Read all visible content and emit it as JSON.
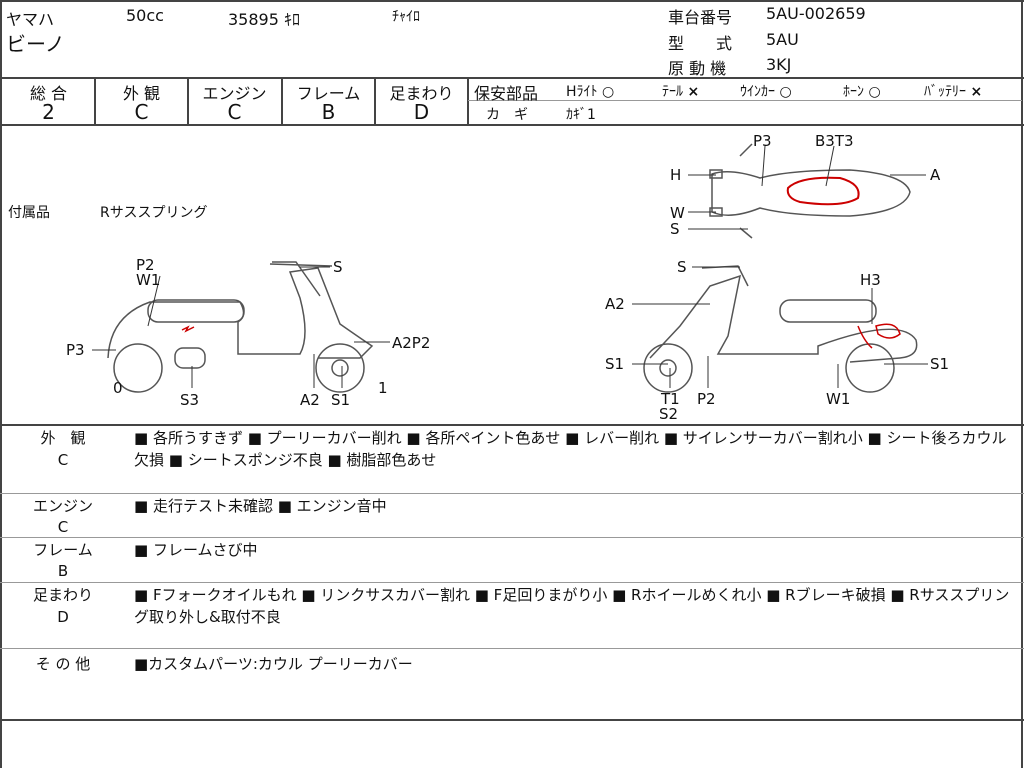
{
  "header": {
    "maker": "ヤマハ",
    "displacement": "50cc",
    "mileage": "35895 ｷﾛ",
    "color": "ﾁｬｲﾛ",
    "model_name": "ビーノ",
    "frame_no_label": "車台番号",
    "frame_no": "5AU-002659",
    "type_label": "型　　式",
    "type": "5AU",
    "engine_label": "原 動 機",
    "engine": "3KJ"
  },
  "grades": [
    {
      "label": "総 合",
      "value": "2"
    },
    {
      "label": "外 観",
      "value": "C"
    },
    {
      "label": "エンジン",
      "value": "C"
    },
    {
      "label": "フレーム",
      "value": "B"
    },
    {
      "label": "足まわり",
      "value": "D"
    }
  ],
  "safety": {
    "label": "保安部品",
    "items": [
      {
        "name": "Hﾗｲﾄ",
        "mark": "○"
      },
      {
        "name": "ﾃｰﾙ",
        "mark": "×"
      },
      {
        "name": "ｳｲﾝｶｰ",
        "mark": "○"
      },
      {
        "name": "ﾎｰﾝ",
        "mark": "○"
      },
      {
        "name": "ﾊﾞｯﾃﾘｰ",
        "mark": "×"
      }
    ],
    "key_label": "カ　ギ",
    "key_value": "ｶｷﾞ1"
  },
  "accessories": {
    "label": "付属品",
    "value": "Rサススプリング"
  },
  "diagram": {
    "left": [
      "P2",
      "W1",
      "S",
      "P3",
      "A2P2",
      "0",
      "S3",
      "A2",
      "S1",
      "1"
    ],
    "right": [
      "S",
      "H3",
      "A2",
      "S1",
      "S1",
      "T1",
      "S2",
      "P2",
      "W1"
    ],
    "top": [
      "P3",
      "B3T3",
      "H",
      "A",
      "W",
      "S"
    ]
  },
  "sections": [
    {
      "label": "外　観",
      "grade": "C",
      "text": "■ 各所うすきず ■ プーリーカバー削れ ■ 各所ペイント色あせ ■ レバー削れ ■ サイレンサーカバー割れ小 ■ シート後ろカウル欠損 ■ シートスポンジ不良 ■ 樹脂部色あせ"
    },
    {
      "label": "エンジン",
      "grade": "C",
      "text": "■ 走行テスト未確認 ■ エンジン音中"
    },
    {
      "label": "フレーム",
      "grade": "B",
      "text": "■ フレームさび中"
    },
    {
      "label": "足まわり",
      "grade": "D",
      "text": "■ Fフォークオイルもれ ■ リンクサスカバー割れ ■ F足回りまがり小 ■ Rホイールめくれ小 ■ Rブレーキ破損 ■ Rサススプリング取り外し&取付不良"
    },
    {
      "label": "そ の 他",
      "grade": "",
      "text": "■カスタムパーツ:カウル プーリーカバー"
    }
  ]
}
